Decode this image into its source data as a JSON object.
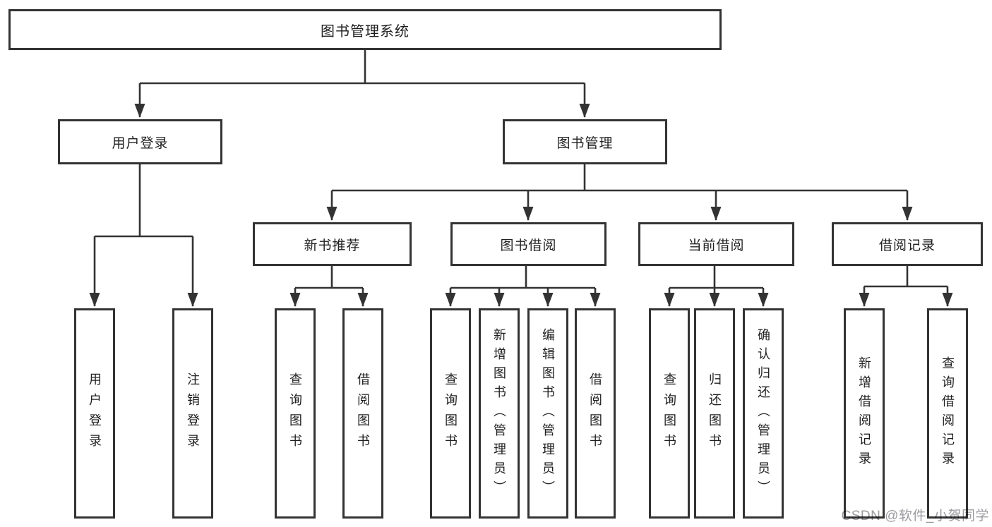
{
  "page": {
    "background_color": "#ffffff",
    "line_color": "#333333",
    "text_color": "#1f1f1f",
    "watermark_color": "#9b9ba1"
  },
  "diagram": {
    "root": {
      "label": "图书管理系统"
    },
    "branches": [
      {
        "label": "用户登录",
        "leaves": [
          {
            "label": "用户登录"
          },
          {
            "label": "注销登录"
          }
        ]
      },
      {
        "label": "图书管理",
        "groups": [
          {
            "label": "新书推荐",
            "leaves": [
              {
                "label": "查询图书"
              },
              {
                "label": "借阅图书"
              }
            ]
          },
          {
            "label": "图书借阅",
            "leaves": [
              {
                "label": "查询图书"
              },
              {
                "label": "新增图书（管理员）"
              },
              {
                "label": "编辑图书（管理员）"
              },
              {
                "label": "借阅图书"
              }
            ]
          },
          {
            "label": "当前借阅",
            "leaves": [
              {
                "label": "查询图书"
              },
              {
                "label": "归还图书"
              },
              {
                "label": "确认归还（管理员）"
              }
            ]
          },
          {
            "label": "借阅记录",
            "leaves": [
              {
                "label": "新增借阅记录"
              },
              {
                "label": "查询借阅记录"
              }
            ]
          }
        ]
      }
    ]
  },
  "watermark": {
    "text": "CSDN @软件_小贺同学"
  }
}
